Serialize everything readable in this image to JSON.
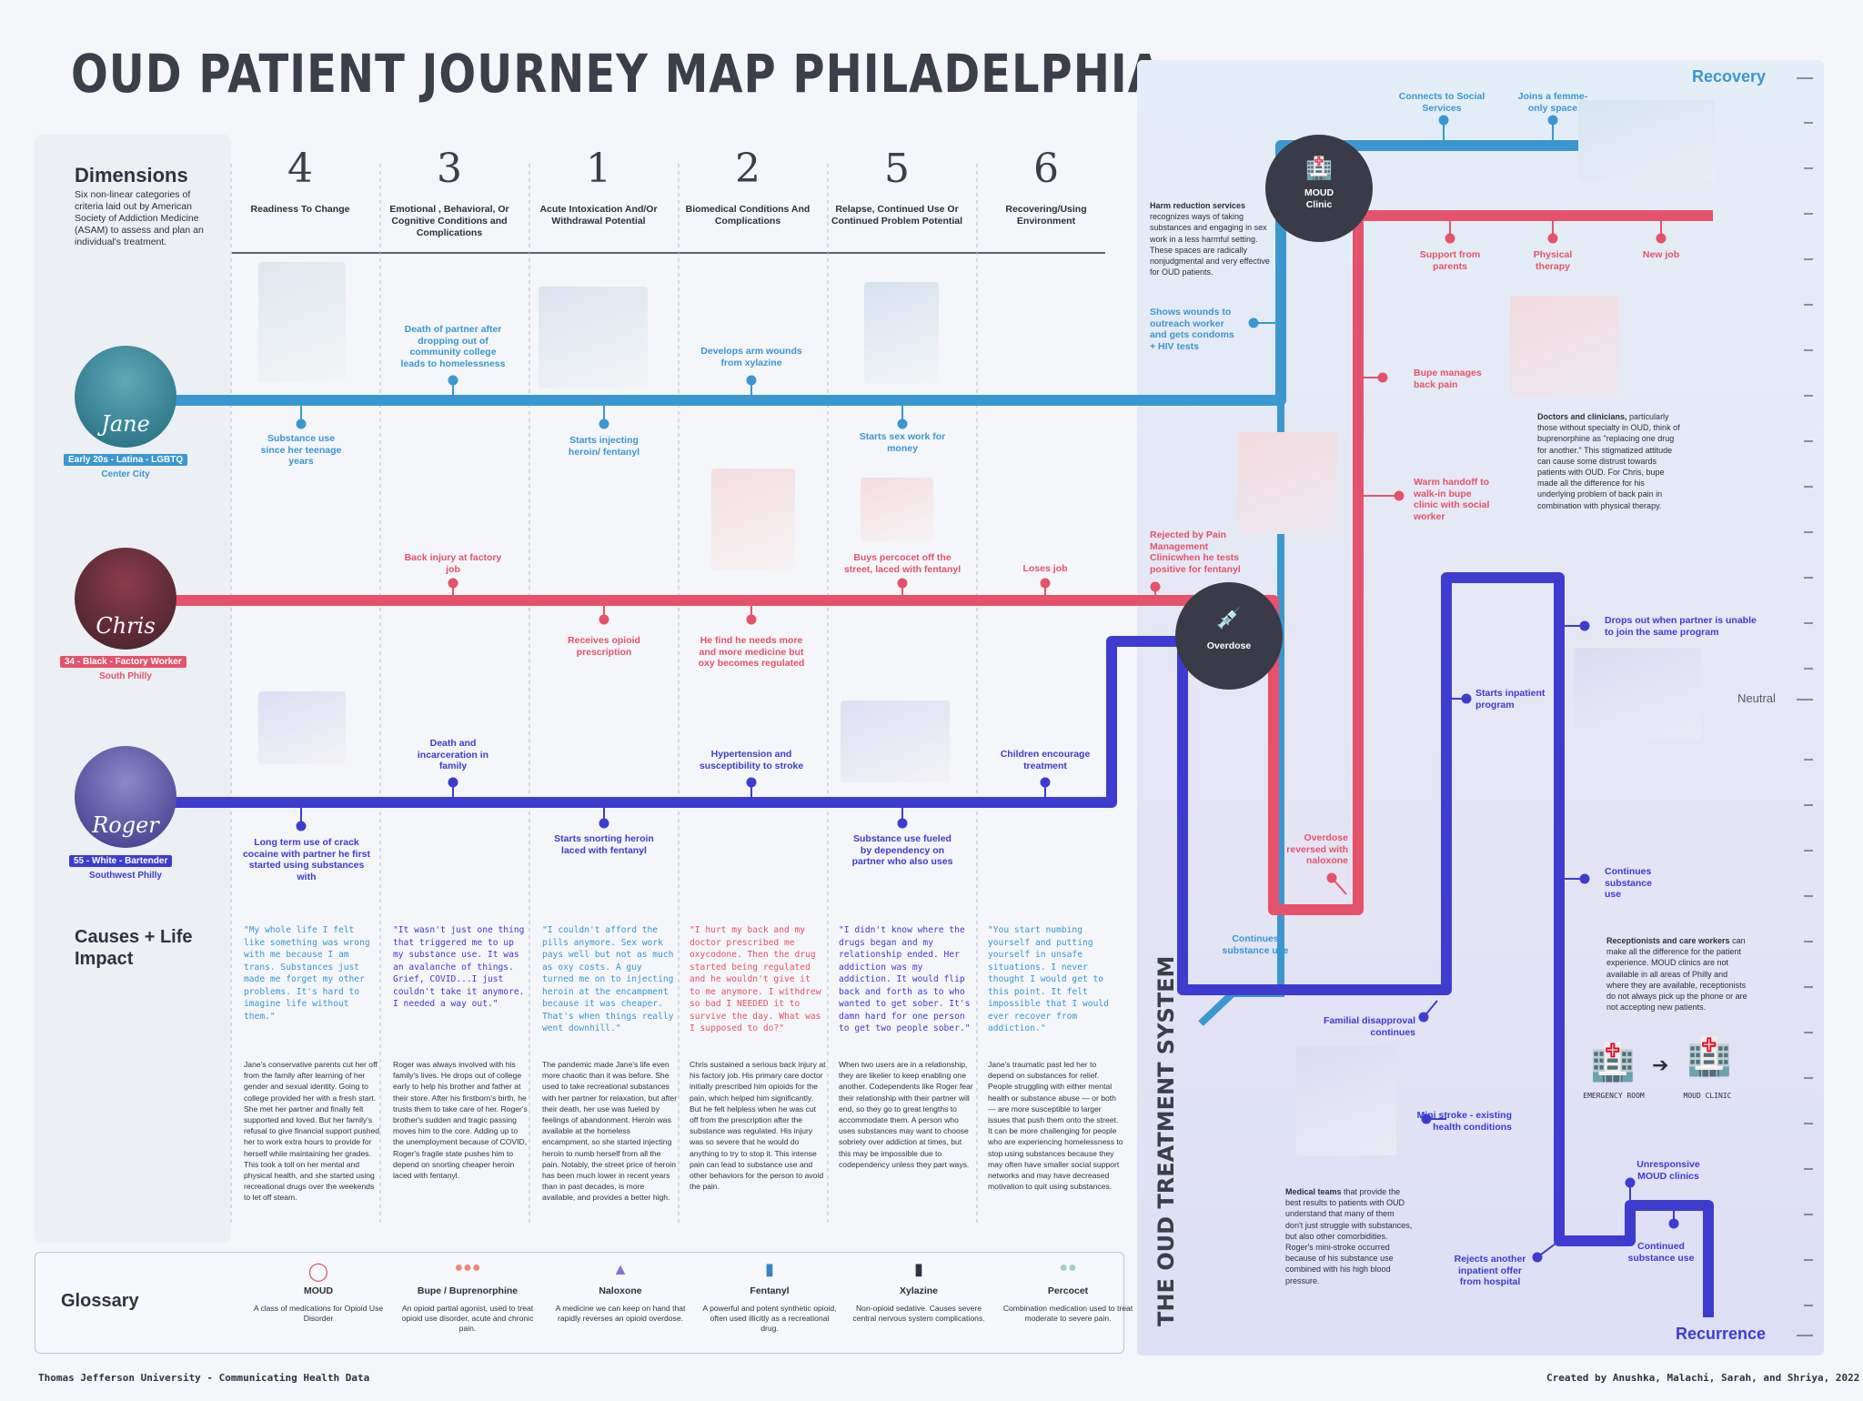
{
  "title": "OUD PATIENT JOURNEY MAP PHILADELPHIA",
  "dimensions": {
    "heading": "Dimensions",
    "description": "Six non-linear categories of criteria laid out by American Society of Addiction Medicine (ASAM) to assess and plan an individual's treatment."
  },
  "columns": [
    {
      "number": "4",
      "label": "Readiness To Change"
    },
    {
      "number": "3",
      "label": "Emotional , Behavioral, Or Cognitive Conditions and Complications"
    },
    {
      "number": "1",
      "label": "Acute Intoxication And/Or Withdrawal Potential"
    },
    {
      "number": "2",
      "label": "Biomedical Conditions And Complications"
    },
    {
      "number": "5",
      "label": "Relapse, Continued Use Or Continued Problem Potential"
    },
    {
      "number": "6",
      "label": "Recovering/Using Environment"
    }
  ],
  "personas": [
    {
      "name": "Jane",
      "tag": "Early 20s - Latina - LGBTQ",
      "location": "Center City",
      "color": "#3b97cf"
    },
    {
      "name": "Chris",
      "tag": "34 - Black - Factory Worker",
      "location": "South Philly",
      "color": "#e4536b"
    },
    {
      "name": "Roger",
      "tag": "55 - White - Bartender",
      "location": "Southwest Philly",
      "color": "#3e3ccf"
    }
  ],
  "events": {
    "jane": [
      "Substance use since her teenage years",
      "Death of partner after dropping out of community college leads to homelessness",
      "Starts injecting heroin/ fentanyl",
      "Develops arm wounds from xylazine",
      "Starts sex work for money"
    ],
    "chris": [
      "Back injury at factory job",
      "Receives opioid prescription",
      "He find he needs more and more medicine but oxy becomes regulated",
      "Buys percocet off the street, laced with fentanyl",
      "Loses job"
    ],
    "roger": [
      "Long term use of crack cocaine with partner he first started using substances with",
      "Death and incarceration in family",
      "Starts snorting heroin laced with fentanyl",
      "Hypertension and susceptibility to stroke",
      "Substance use fueled by dependency on partner who also uses",
      "Children encourage treatment"
    ]
  },
  "causes": {
    "heading": "Causes + Life Impact",
    "quotes": [
      "\"My whole life I felt like something was wrong with me because I am trans. Substances just made me forget my other problems. It's hard to imagine life without them.\"",
      "\"It wasn't just one thing that triggered me to up my substance use. It was an avalanche of things. Grief, COVID...I just couldn't take it anymore. I needed a way out.\"",
      "\"I couldn't afford the pills anymore. Sex work pays well but not as much as oxy costs. A guy turned me on to injecting heroin at the encampment because it was cheaper. That's when things really went downhill.\"",
      "\"I hurt my back and my doctor prescribed me oxycodone. Then the drug started being regulated and he wouldn't give it to me anymore. I withdrew so bad I NEEDED it to survive the day. What was I supposed to do?\"",
      "\"I didn't know where the drugs began and my relationship ended. Her addiction was my addiction. It would flip back and forth as to who wanted to get sober. It's damn hard for one person to get two people sober.\"",
      "\"You start numbing yourself and putting yourself in unsafe situations. I never thought I would get to this point. It felt impossible that I would ever recover from addiction.\""
    ],
    "quote_colors": [
      "#3b97cf",
      "#3e3ccf",
      "#3b97cf",
      "#e4536b",
      "#3e3ccf",
      "#3b97cf"
    ],
    "bodies": [
      "Jane's conservative parents cut her off from the family after learning of her gender and sexual identity. Going to college provided her with a fresh start. She met her partner and finally felt supported and loved. But her family's refusal to give financial support pushed her to work extra hours to provide for herself while maintaining her grades. This took a toll on her mental and physical health, and she started using recreational drugs over the weekends to let off steam.",
      "Roger was always involved with his family's lives. He drops out of college early to help his brother and father at their store. After his firstborn's birth, he trusts them to take care of her. Roger's brother's sudden and tragic passing moves him to the core. Adding up to the unemployment because of COVID, Roger's fragile state pushes him to depend on snorting cheaper heroin laced with fentanyl.",
      "The pandemic made Jane's life even more chaotic than it was before. She used to take recreational substances with her partner for relaxation, but after their death, her use was fueled by feelings of abandonment. Heroin was available at the homeless encampment, so she started injecting heroin to numb herself from all the pain. Notably, the street price of heroin has been much lower in recent years than in past decades, is more available, and provides a better high.",
      "Chris sustained a serious back injury at his factory job. His primary care doctor initially prescribed him opioids for the pain, which helped him significantly. But he felt helpless when he was cut off from the prescription after the substance was regulated. His injury was so severe that he would do anything to try to stop it. This intense pain can lead to substance use and other behaviors for the person to avoid the pain.",
      "When two users are in a relationship, they are likelier to keep enabling one another. Codependents like Roger fear their relationship with their partner will end, so they go to great lengths to accommodate them. A person who uses substances may want to choose sobriety over addiction at times, but this may be impossible due to codependency unless they part ways.",
      "Jane's traumatic past led her to depend on substances for relief. People struggling with either mental health or substance abuse — or both — are more susceptible to larger issues that push them onto the street. It can be more challenging for people who are experiencing homelessness to stop using substances because they may often have smaller social support networks and may have decreased motivation to quit using substances."
    ]
  },
  "system": {
    "title": "THE OUD TREATMENT SYSTEM",
    "recovery": "Recovery",
    "neutral": "Neutral",
    "recurrence": "Recurrence",
    "moud_hub": "MOUD Clinic",
    "overdose_hub": "Overdose",
    "harm_note_bold": "Harm reduction services",
    "harm_note": "recognizes ways of taking substances and engaging in sex work in a less harmful setting. These spaces are radically nonjudgmental and very effective for OUD patients.",
    "doctors_note_bold": "Doctors and clinicians,",
    "doctors_note": "particularly those without specialty in OUD, think of buprenorphine as \"replacing one drug for another.\" This stigmatized attitude can cause some distrust towards patients with OUD. For Chris, bupe made all the difference for his underlying problem of back pain in combination with physical therapy.",
    "reception_note_bold": "Receptionists and care workers",
    "reception_note": "can make all the difference for the patient experience. MOUD clinics are not available in all areas of Philly and where they are available, receptionists do not always pick up the phone or are not accepting new patients.",
    "medical_note_bold": "Medical teams",
    "medical_note": "that provide the best results to patients with OUD understand that many of them don't just struggle with substances, but also other comorbidities. Roger's mini-stroke occurred because of his substance use combined with his high blood pressure.",
    "blue_events": [
      "Connects to Social Services",
      "Joins a femme-only space",
      "Shows wounds to outreach worker and gets condoms + HIV tests",
      "Continues substance use"
    ],
    "red_events": [
      "Support from parents",
      "Physical therapy",
      "New job",
      "Bupe manages back pain",
      "Warm handoff to walk-in bupe clinic with social worker",
      "Rejected by Pain Management Clinicwhen he tests positive for fentanyl",
      "Overdose reversed with naloxone"
    ],
    "navy_events": [
      "Drops out when partner is unable to join the same program",
      "Starts inpatient program",
      "Continues substance use",
      "Familial disapproval continues",
      "Mini stroke - existing health conditions",
      "Unresponsive MOUD clinics",
      "Continued substance use",
      "Rejects another inpatient offer from hospital"
    ],
    "er_label": "EMERGENCY ROOM",
    "clinic_label": "MOUD CLINIC"
  },
  "glossary": {
    "heading": "Glossary",
    "items": [
      {
        "term": "MOUD",
        "desc": "A class of medications for Opioid Use Disorder"
      },
      {
        "term": "Bupe / Buprenorphine",
        "desc": "An opioid partial agonist, used to treat opioid use disorder, acute and chronic pain."
      },
      {
        "term": "Naloxone",
        "desc": "A medicine we can keep on hand that rapidly reverses an opioid overdose."
      },
      {
        "term": "Fentanyl",
        "desc": "A powerful and potent synthetic opioid, often used illicitly as a recreational drug."
      },
      {
        "term": "Xylazine",
        "desc": "Non-opioid sedative. Causes severe central nervous system complications."
      },
      {
        "term": "Percocet",
        "desc": "Combination medication used to treat moderate to severe pain."
      }
    ]
  },
  "footer": {
    "left": "Thomas Jefferson University - Communicating Health Data",
    "right": "Created by Anushka, Malachi, Sarah, and Shriya, 2022"
  },
  "colors": {
    "jane": "#3b97cf",
    "chris": "#e4536b",
    "roger": "#3e3ccf",
    "hub": "#393b47"
  }
}
